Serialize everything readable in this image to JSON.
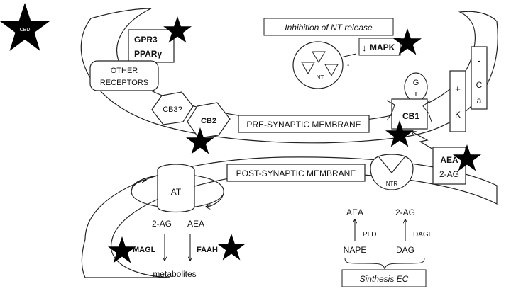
{
  "cbd_star": "CBD",
  "pre_synaptic": {
    "label": "PRE-SYNAPTIC MEMBRANE",
    "gpr3": "GPR3",
    "ppar": "PPARγ",
    "other_receptors_line1": "OTHER",
    "other_receptors_line2": "RECEPTORS",
    "cb3": "CB3?",
    "cb2": "CB2",
    "cb1": "CB1",
    "gi_g": "G",
    "gi_i": "i",
    "inhibition": "Inhibition of NT release",
    "mapk": "MAPK",
    "mapk_arrow": "↓",
    "nt": "NT",
    "k_channel": [
      "+",
      "K"
    ],
    "ca_channel": [
      "-",
      "C",
      "a"
    ]
  },
  "ligands": {
    "aea": "AEA",
    "two_ag": "2-AG"
  },
  "post_synaptic": {
    "label": "POST-SYNAPTIC MEMBRANE",
    "ntr": "NTR",
    "at": "AT",
    "degradation": {
      "two_ag": "2-AG",
      "aea": "AEA",
      "magl": "MAGL",
      "faah": "FAAH",
      "metabolites": "metabolites"
    },
    "synthesis": {
      "aea": "AEA",
      "two_ag": "2-AG",
      "pld": "PLD",
      "dagl": "DAGL",
      "nape": "NAPE",
      "dag": "DAG",
      "label": "Sinthesis EC"
    }
  }
}
